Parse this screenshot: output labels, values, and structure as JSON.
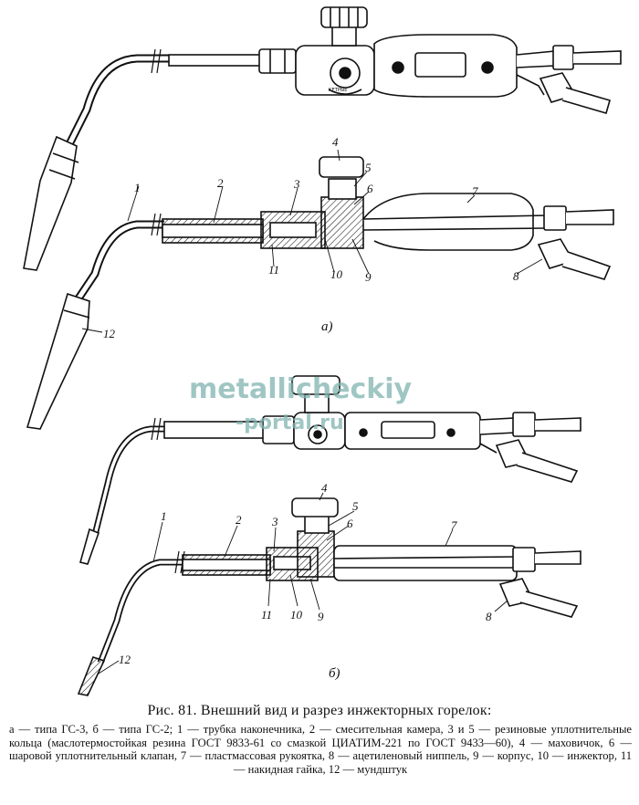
{
  "watermark": {
    "line1": "metallicheckiy",
    "line2": "-portal.ru"
  },
  "valve_marking": "КЕТРЫЕ",
  "labels": {
    "a": [
      "1",
      "2",
      "3",
      "4",
      "5",
      "6",
      "7",
      "8",
      "9",
      "10",
      "11",
      "12"
    ],
    "b": [
      "1",
      "2",
      "3",
      "4",
      "5",
      "6",
      "7",
      "8",
      "9",
      "10",
      "11",
      "12"
    ]
  },
  "subfig": {
    "a": "а)",
    "b": "б)"
  },
  "caption": "Рис. 81. Внешний вид и разрез инжекторных горелок:",
  "legend": "а — типа ГС-3, б — типа ГС-2; 1 — трубка наконечника, 2 — смесительная камера, 3 и 5 — резиновые уплотнительные кольца (маслотермостойкая резина ГОСТ 9833-61 со смазкой ЦИАТИМ-221 по ГОСТ 9433—60), 4 — маховичок, 6 — шаровой уплотнительный клапан, 7 — пластмассовая рукоятка, 8 — ацетиленовый ниппель, 9 — корпус, 10 — инжектор, 11 — накидная гайка, 12 — мундштук"
}
